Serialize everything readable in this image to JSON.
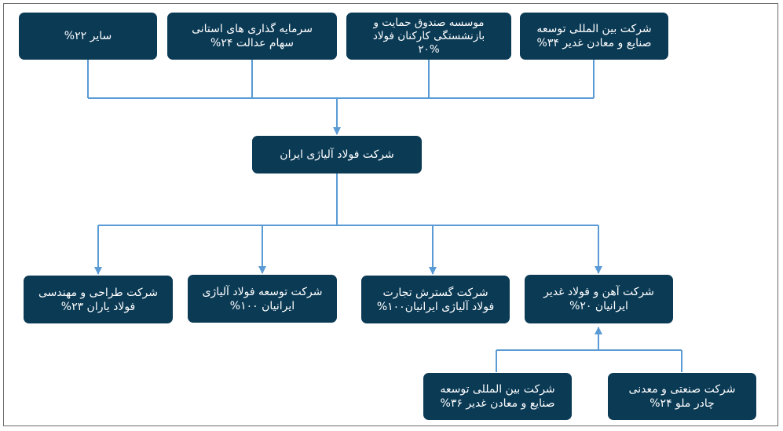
{
  "nodes": {
    "top1": {
      "lines": [
        "سایر ۲۲%"
      ]
    },
    "top2": {
      "lines": [
        "سرمایه گذاری های استانی",
        "سهام عدالت ۲۴%"
      ]
    },
    "top3": {
      "lines": [
        "موسسه صندوق حمایت و",
        "بازنشستگی کارکنان فولاد",
        "۲۰%"
      ]
    },
    "top4": {
      "lines": [
        "شرکت بین المللی توسعه",
        "صنایع و معادن غدیر ۳۴%"
      ]
    },
    "center": {
      "lines": [
        "شرکت فولاد آلیاژی ایران"
      ]
    },
    "sub1": {
      "lines": [
        "شرکت طراحی و مهندسی",
        "فولاد یاران ۲۳%"
      ]
    },
    "sub2": {
      "lines": [
        "شرکت توسعه فولاد آلیاژی",
        "ایرانیان ۱۰۰%"
      ]
    },
    "sub3": {
      "lines": [
        "شرکت گسترش تجارت",
        "فولاد آلیاژی ایرانیان۱۰۰%"
      ]
    },
    "sub4": {
      "lines": [
        "شرکت آهن و فولاد غدیر",
        "ایرانیان ۲۰%"
      ]
    },
    "bottom1": {
      "lines": [
        "شرکت بین المللی توسعه",
        "صنایع و معادن غدیر ۳۶%"
      ]
    },
    "bottom2": {
      "lines": [
        "شرکت صنعتی و معدنی",
        "چادر ملو ۲۴%"
      ]
    }
  },
  "colors": {
    "box": "#0b3a55",
    "connector": "#5b9bd5",
    "text": "#ffffff",
    "frame": "#6b6b6b"
  }
}
